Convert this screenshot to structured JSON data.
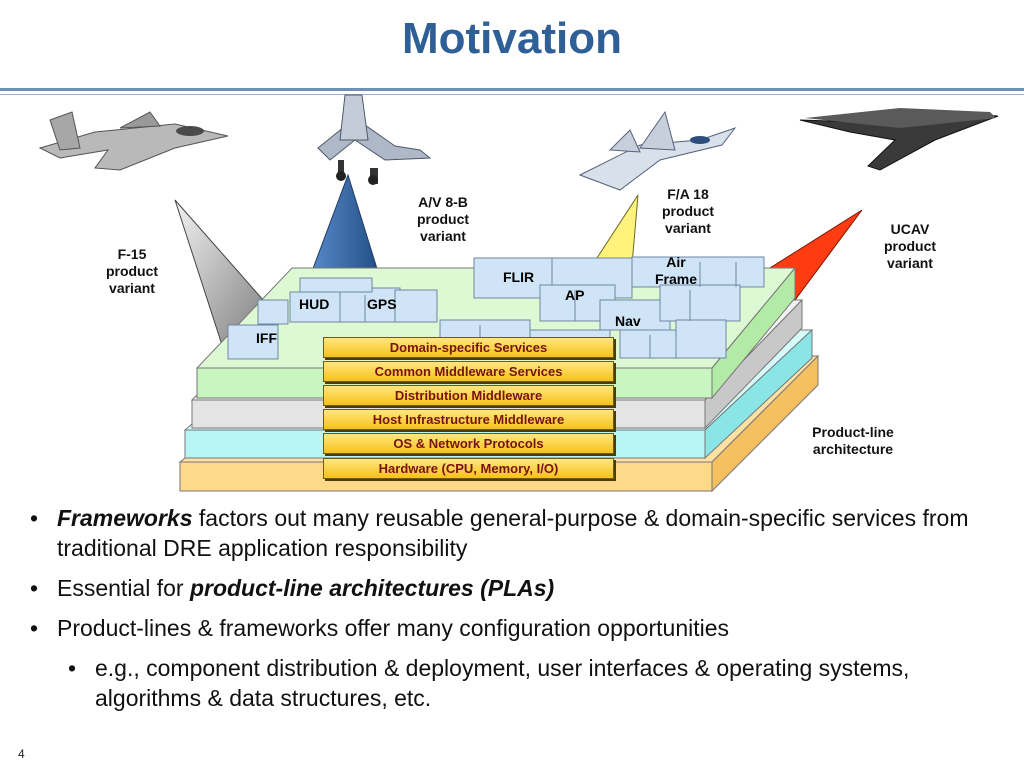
{
  "title": "Motivation",
  "variants": {
    "f15": "F-15\nproduct\nvariant",
    "av8b": "A/V 8-B\nproduct\nvariant",
    "fa18": "F/A 18\nproduct\nvariant",
    "ucav": "UCAV\nproduct\nvariant"
  },
  "components": {
    "iff": "IFF",
    "hud": "HUD",
    "gps": "GPS",
    "flir": "FLIR",
    "ap": "AP",
    "nav": "Nav",
    "airframe": "Air\nFrame"
  },
  "layers": [
    "Domain-specific Services",
    "Common Middleware Services",
    "Distribution Middleware",
    "Host Infrastructure Middleware",
    "OS & Network Protocols",
    "Hardware (CPU, Memory, I/O)"
  ],
  "product_line_label": "Product-line\narchitecture",
  "bullets": {
    "b1_emphasis": "Frameworks",
    "b1_rest": " factors out many reusable general-purpose & domain-specific services from traditional DRE application responsibility",
    "b2_pre": "Essential for ",
    "b2_emphasis": "product-line architectures (PLAs)",
    "b3": "Product-lines & frameworks offer many configuration opportunities",
    "b4": "e.g., component distribution & deployment, user interfaces & operating systems, algorithms & data structures, etc."
  },
  "bullet_glyph": "•",
  "page_number": "4",
  "colors": {
    "title": "#2f5f97",
    "hardware_layer": "#ffd98a",
    "os_layer": "#b8f5f5",
    "middleware_layer": "#e4e4e4",
    "services_layer": "#c9f5c0",
    "component_box": "#cfe4f7",
    "stack_label": "#7a1212"
  }
}
